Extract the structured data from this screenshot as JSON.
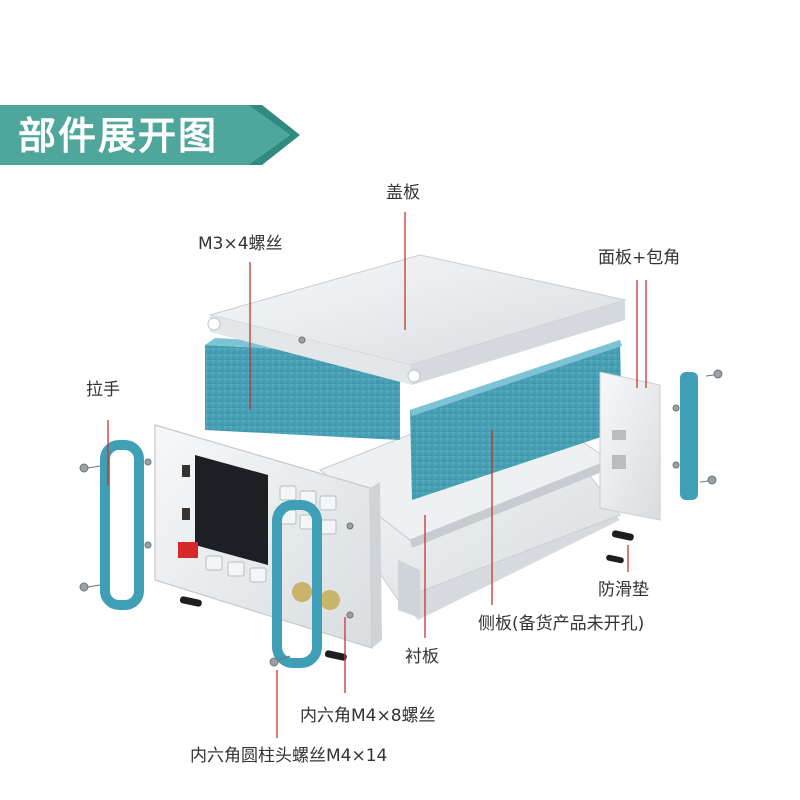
{
  "title": "部件展开图",
  "colors": {
    "banner": "#4fa79b",
    "banner_dark": "#2f8a80",
    "accent": "#4aa6b8",
    "pointer": "#c0392b",
    "aluminum": "#eceef0"
  },
  "labels": {
    "cover": "盖板",
    "screw_m3": "M3×4螺丝",
    "panel": "面板+包角",
    "handle": "拉手",
    "foot": "防滑垫",
    "side": "侧板(备货产品未开孔)",
    "liner": "衬板",
    "hex_m4x8": "内六角M4×8螺丝",
    "hex_m4x14": "内六角圆柱头螺丝M4×14"
  }
}
